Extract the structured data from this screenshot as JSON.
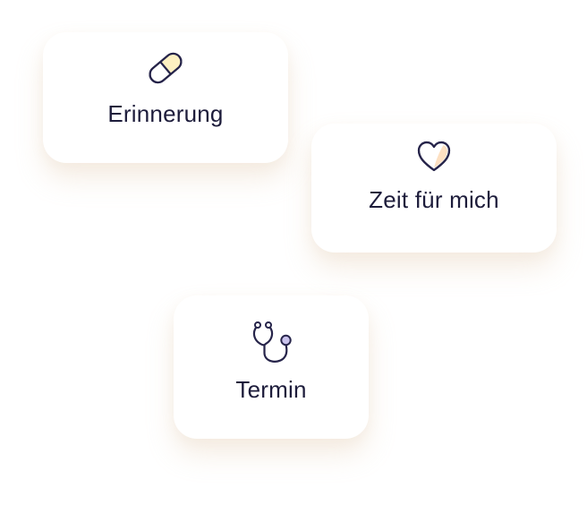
{
  "colors": {
    "text": "#1d1c3b",
    "stroke": "#26244a",
    "pill_fill": "#fdf0c2",
    "heart_fill": "#fde0c2",
    "stethoscope_bulb": "#c9c2ec"
  },
  "cards": [
    {
      "id": "erinnerung",
      "label": "Erinnerung",
      "icon": "pill-icon"
    },
    {
      "id": "zeit",
      "label": "Zeit für mich",
      "icon": "heart-icon"
    },
    {
      "id": "termin",
      "label": "Termin",
      "icon": "stethoscope-icon"
    }
  ]
}
